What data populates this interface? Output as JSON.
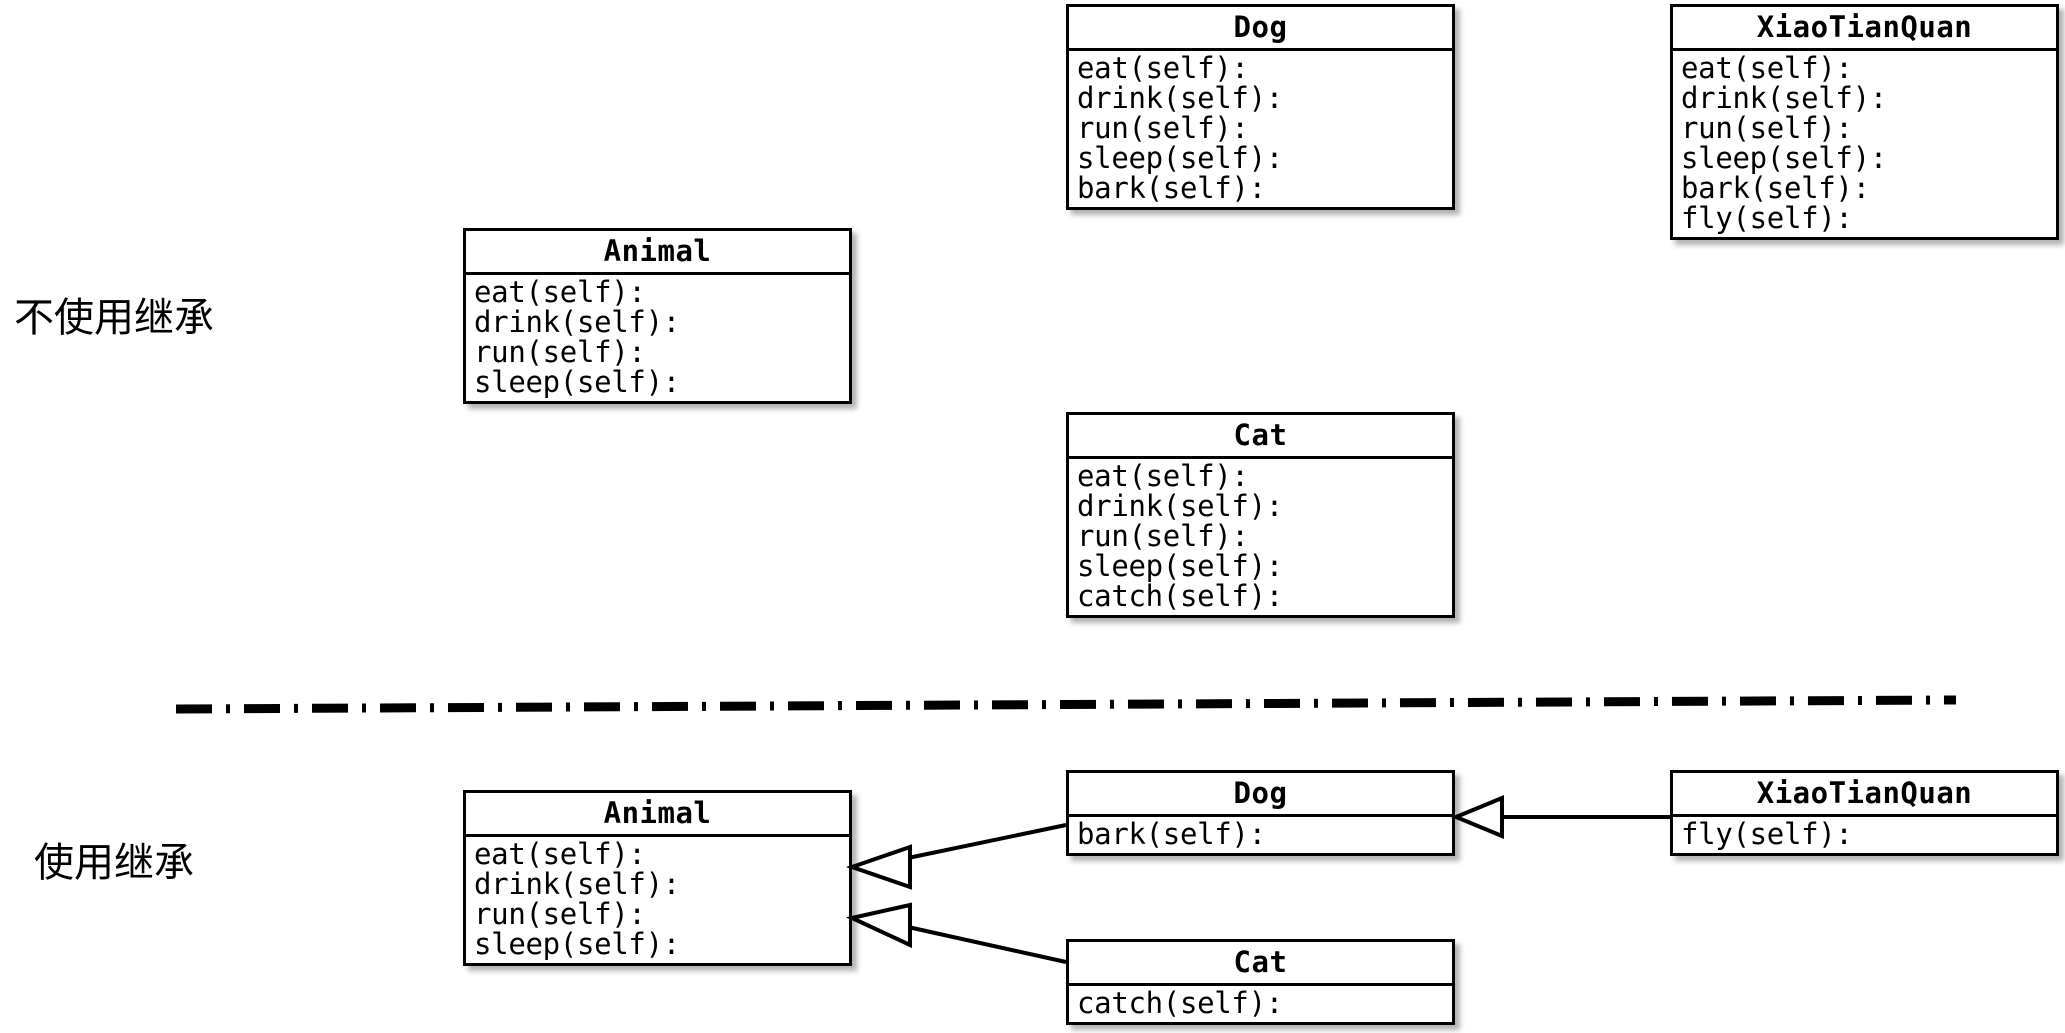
{
  "labels": {
    "no_inheritance": "不使用继承",
    "with_inheritance": "使用继承"
  },
  "colors": {
    "background": "#ffffff",
    "stroke": "#000000",
    "box_fill": "#ffffff",
    "shadow": "rgba(0,0,0,0.30)"
  },
  "top_section": {
    "animal": {
      "title": "Animal",
      "methods": [
        "eat(self):",
        "drink(self):",
        "run(self):",
        "sleep(self):"
      ]
    },
    "dog": {
      "title": "Dog",
      "methods": [
        "eat(self):",
        "drink(self):",
        "run(self):",
        "sleep(self):",
        "bark(self):"
      ]
    },
    "xiaotianquan": {
      "title": "XiaoTianQuan",
      "methods": [
        "eat(self):",
        "drink(self):",
        "run(self):",
        "sleep(self):",
        "bark(self):",
        "fly(self):"
      ]
    },
    "cat": {
      "title": "Cat",
      "methods": [
        "eat(self):",
        "drink(self):",
        "run(self):",
        "sleep(self):",
        "catch(self):"
      ]
    }
  },
  "bottom_section": {
    "animal": {
      "title": "Animal",
      "methods": [
        "eat(self):",
        "drink(self):",
        "run(self):",
        "sleep(self):"
      ]
    },
    "dog": {
      "title": "Dog",
      "methods": [
        "bark(self):"
      ]
    },
    "xiaotianquan": {
      "title": "XiaoTianQuan",
      "methods": [
        "fly(self):"
      ]
    },
    "cat": {
      "title": "Cat",
      "methods": [
        "catch(self):"
      ]
    },
    "relations": [
      {
        "from": "Dog",
        "to": "Animal",
        "type": "generalization"
      },
      {
        "from": "Cat",
        "to": "Animal",
        "type": "generalization"
      },
      {
        "from": "XiaoTianQuan",
        "to": "Dog",
        "type": "generalization"
      }
    ]
  },
  "divider": {
    "style": "dash-dot",
    "orientation": "horizontal"
  }
}
